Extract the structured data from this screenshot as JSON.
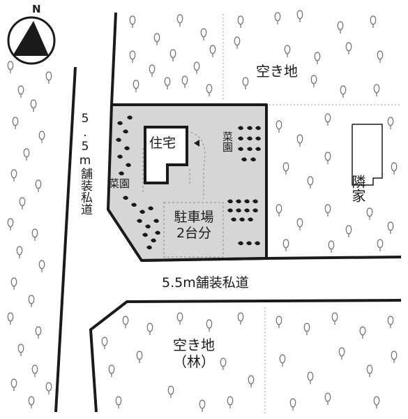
{
  "compass": {
    "north": "N"
  },
  "labels": {
    "vacant_north": "空き地",
    "neighbor_house": "隣家",
    "house": "住宅",
    "garden_right": "菜園",
    "garden_left": "菜園",
    "parking_line1": "駐車場",
    "parking_line2": "2台分",
    "road_west": "5.5m舗装私道",
    "road_south": "5.5m舗装私道",
    "vacant_south_line1": "空き地",
    "vacant_south_line2": "（林）"
  },
  "colors": {
    "ink": "#1a1a1a",
    "lot_fill": "#d6d6d6",
    "tree_outline": "#6f6f6f",
    "boundary_dotted": "#9a9a9a"
  }
}
